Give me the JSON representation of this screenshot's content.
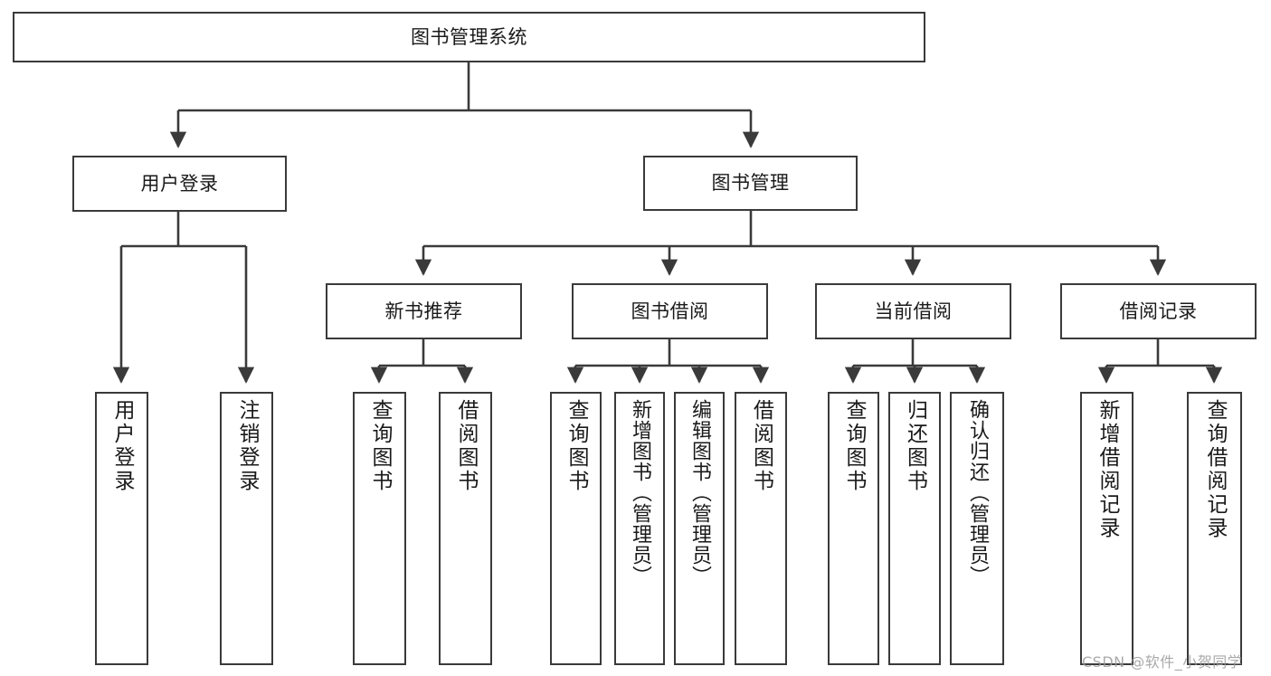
{
  "diagram": {
    "type": "org-chart",
    "title": "图书管理系统",
    "watermark": "CSDN @软件_小贺同学",
    "colors": {
      "stroke": "#3a3a3a",
      "fill": "#ffffff",
      "text": "#1a1a1a",
      "watermark": "#9b9b9b"
    },
    "levels": {
      "root": {
        "label": "图书管理系统"
      },
      "level2": [
        {
          "label": "用户登录"
        },
        {
          "label": "图书管理"
        }
      ],
      "level3": [
        {
          "label": "新书推荐"
        },
        {
          "label": "图书借阅"
        },
        {
          "label": "当前借阅"
        },
        {
          "label": "借阅记录"
        }
      ],
      "leaves": [
        {
          "label": "用户登录",
          "parent": "用户登录"
        },
        {
          "label": "注销登录",
          "parent": "用户登录"
        },
        {
          "label": "查询图书",
          "parent": "新书推荐"
        },
        {
          "label": "借阅图书",
          "parent": "新书推荐"
        },
        {
          "label": "查询图书",
          "parent": "图书借阅"
        },
        {
          "label": "新增图书（管理员）",
          "parent": "图书借阅"
        },
        {
          "label": "编辑图书（管理员）",
          "parent": "图书借阅"
        },
        {
          "label": "借阅图书",
          "parent": "图书借阅"
        },
        {
          "label": "查询图书",
          "parent": "当前借阅"
        },
        {
          "label": "归还图书",
          "parent": "当前借阅"
        },
        {
          "label": "确认归还（管理员）",
          "parent": "当前借阅"
        },
        {
          "label": "新增借阅记录",
          "parent": "借阅记录"
        },
        {
          "label": "查询借阅记录",
          "parent": "借阅记录"
        }
      ]
    }
  }
}
